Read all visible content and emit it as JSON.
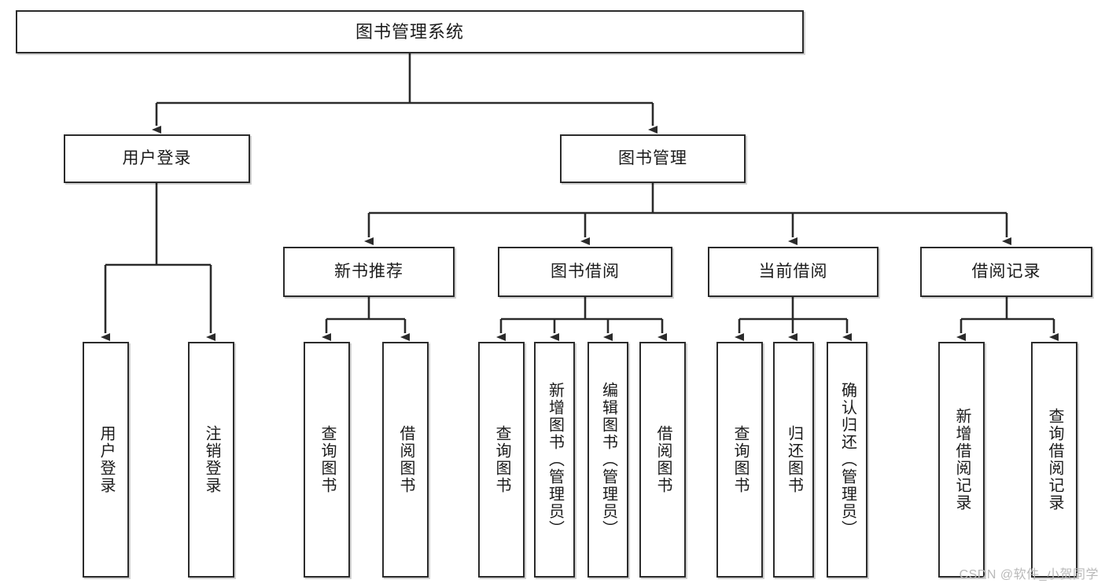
{
  "diagram": {
    "title": "图书管理系统",
    "type": "tree",
    "orientation": "top-down",
    "line_color": "#2b2b2b",
    "box_fill": "#ffffff",
    "text_color": "#1b1b1b"
  },
  "nodes": {
    "root": {
      "label": "图书管理系统"
    },
    "level2": [
      {
        "label": "用户登录"
      },
      {
        "label": "图书管理"
      }
    ],
    "level3": [
      {
        "label": "新书推荐"
      },
      {
        "label": "图书借阅"
      },
      {
        "label": "当前借阅"
      },
      {
        "label": "借阅记录"
      }
    ],
    "leaves_user_login": [
      {
        "label": "用户登录"
      },
      {
        "label": "注销登录"
      }
    ],
    "leaves_new_book": [
      {
        "label": "查询图书"
      },
      {
        "label": "借阅图书"
      }
    ],
    "leaves_borrow": [
      {
        "label": "查询图书"
      },
      {
        "label": "新增图书（管理员）"
      },
      {
        "label": "编辑图书（管理员）"
      },
      {
        "label": "借阅图书"
      }
    ],
    "leaves_current": [
      {
        "label": "查询图书"
      },
      {
        "label": "归还图书"
      },
      {
        "label": "确认归还（管理员）"
      }
    ],
    "leaves_records": [
      {
        "label": "新增借阅记录"
      },
      {
        "label": "查询借阅记录"
      }
    ]
  },
  "watermark": {
    "text": "CSDN @软件_小贺同学"
  }
}
